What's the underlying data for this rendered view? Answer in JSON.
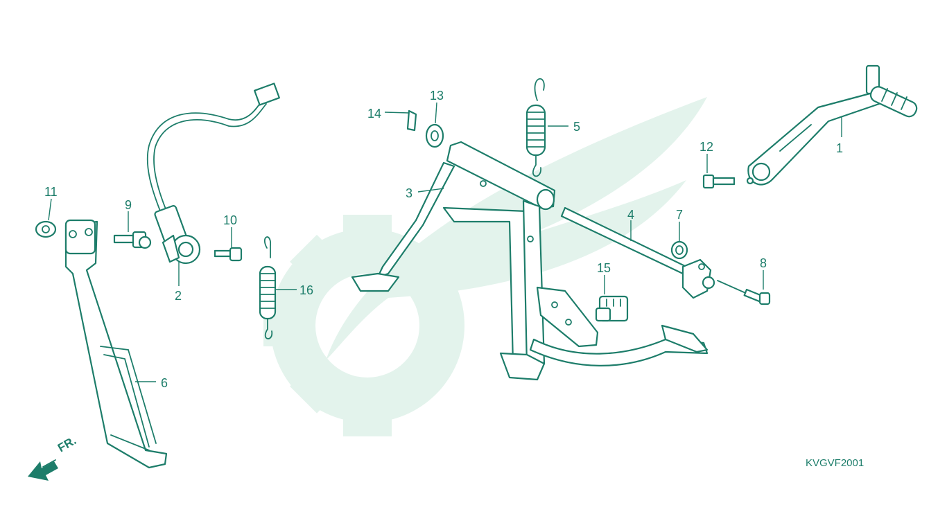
{
  "diagram_code": "KVGVF2001",
  "front_indicator": "FR.",
  "callouts": [
    "1",
    "2",
    "3",
    "4",
    "5",
    "6",
    "7",
    "8",
    "9",
    "10",
    "11",
    "12",
    "13",
    "14",
    "15",
    "16"
  ],
  "colors": {
    "line": "#1d7d6a",
    "watermark": "#e3f3ec",
    "background": "#ffffff"
  },
  "icons": {
    "direction": "front-arrow-icon",
    "watermark": "gear-wing-watermark-icon"
  }
}
